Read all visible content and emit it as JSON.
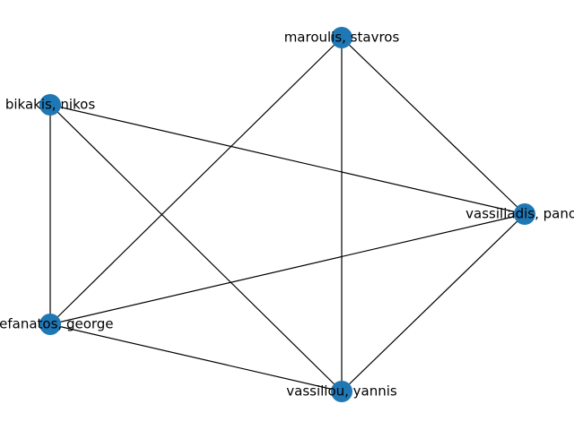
{
  "graph": {
    "node_color": "#1f77b4",
    "edge_color": "#000000",
    "nodes": [
      {
        "id": "maroulis",
        "label": "maroulis, stavros"
      },
      {
        "id": "bikakis",
        "label": "bikakis, nikos"
      },
      {
        "id": "vassiliadis",
        "label": "vassiliadis, panos"
      },
      {
        "id": "stefanatos",
        "label": "stefanatos, george"
      },
      {
        "id": "vassiliou",
        "label": "vassiliou, yannis"
      }
    ],
    "edges": [
      [
        "maroulis",
        "stefanatos"
      ],
      [
        "maroulis",
        "vassiliou"
      ],
      [
        "maroulis",
        "vassiliadis"
      ],
      [
        "bikakis",
        "stefanatos"
      ],
      [
        "bikakis",
        "vassiliou"
      ],
      [
        "bikakis",
        "vassiliadis"
      ],
      [
        "vassiliadis",
        "stefanatos"
      ],
      [
        "vassiliadis",
        "vassiliou"
      ],
      [
        "stefanatos",
        "vassiliou"
      ]
    ]
  }
}
